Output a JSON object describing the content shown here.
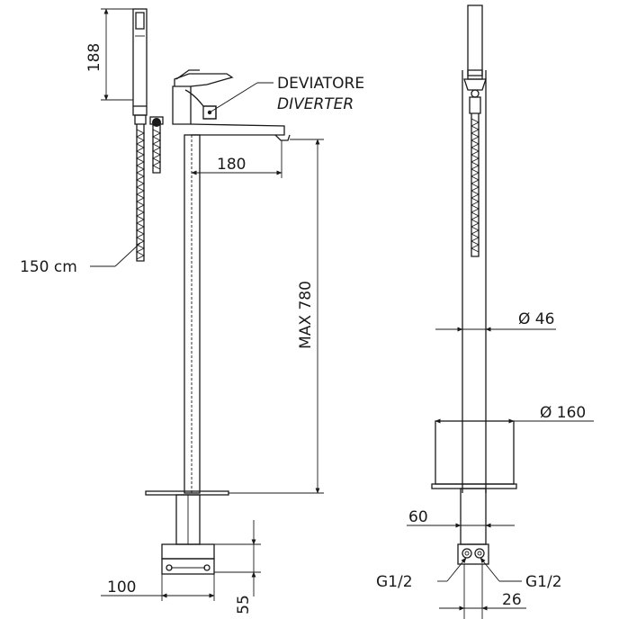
{
  "labels": {
    "diverter_it": "DEVIATORE",
    "diverter_en": "DIVERTER",
    "dim_188": "188",
    "dim_180": "180",
    "dim_150cm": "150 cm",
    "dim_max780": "MAX  780",
    "dim_100": "100",
    "dim_55": "55",
    "dim_d46": "Ø 46",
    "dim_d160": "Ø 160",
    "dim_60": "60",
    "dim_g12_left": "G1/2",
    "dim_g12_right": "G1/2",
    "dim_26": "26"
  },
  "colors": {
    "line": "#1a1a1a",
    "background": "#ffffff"
  }
}
